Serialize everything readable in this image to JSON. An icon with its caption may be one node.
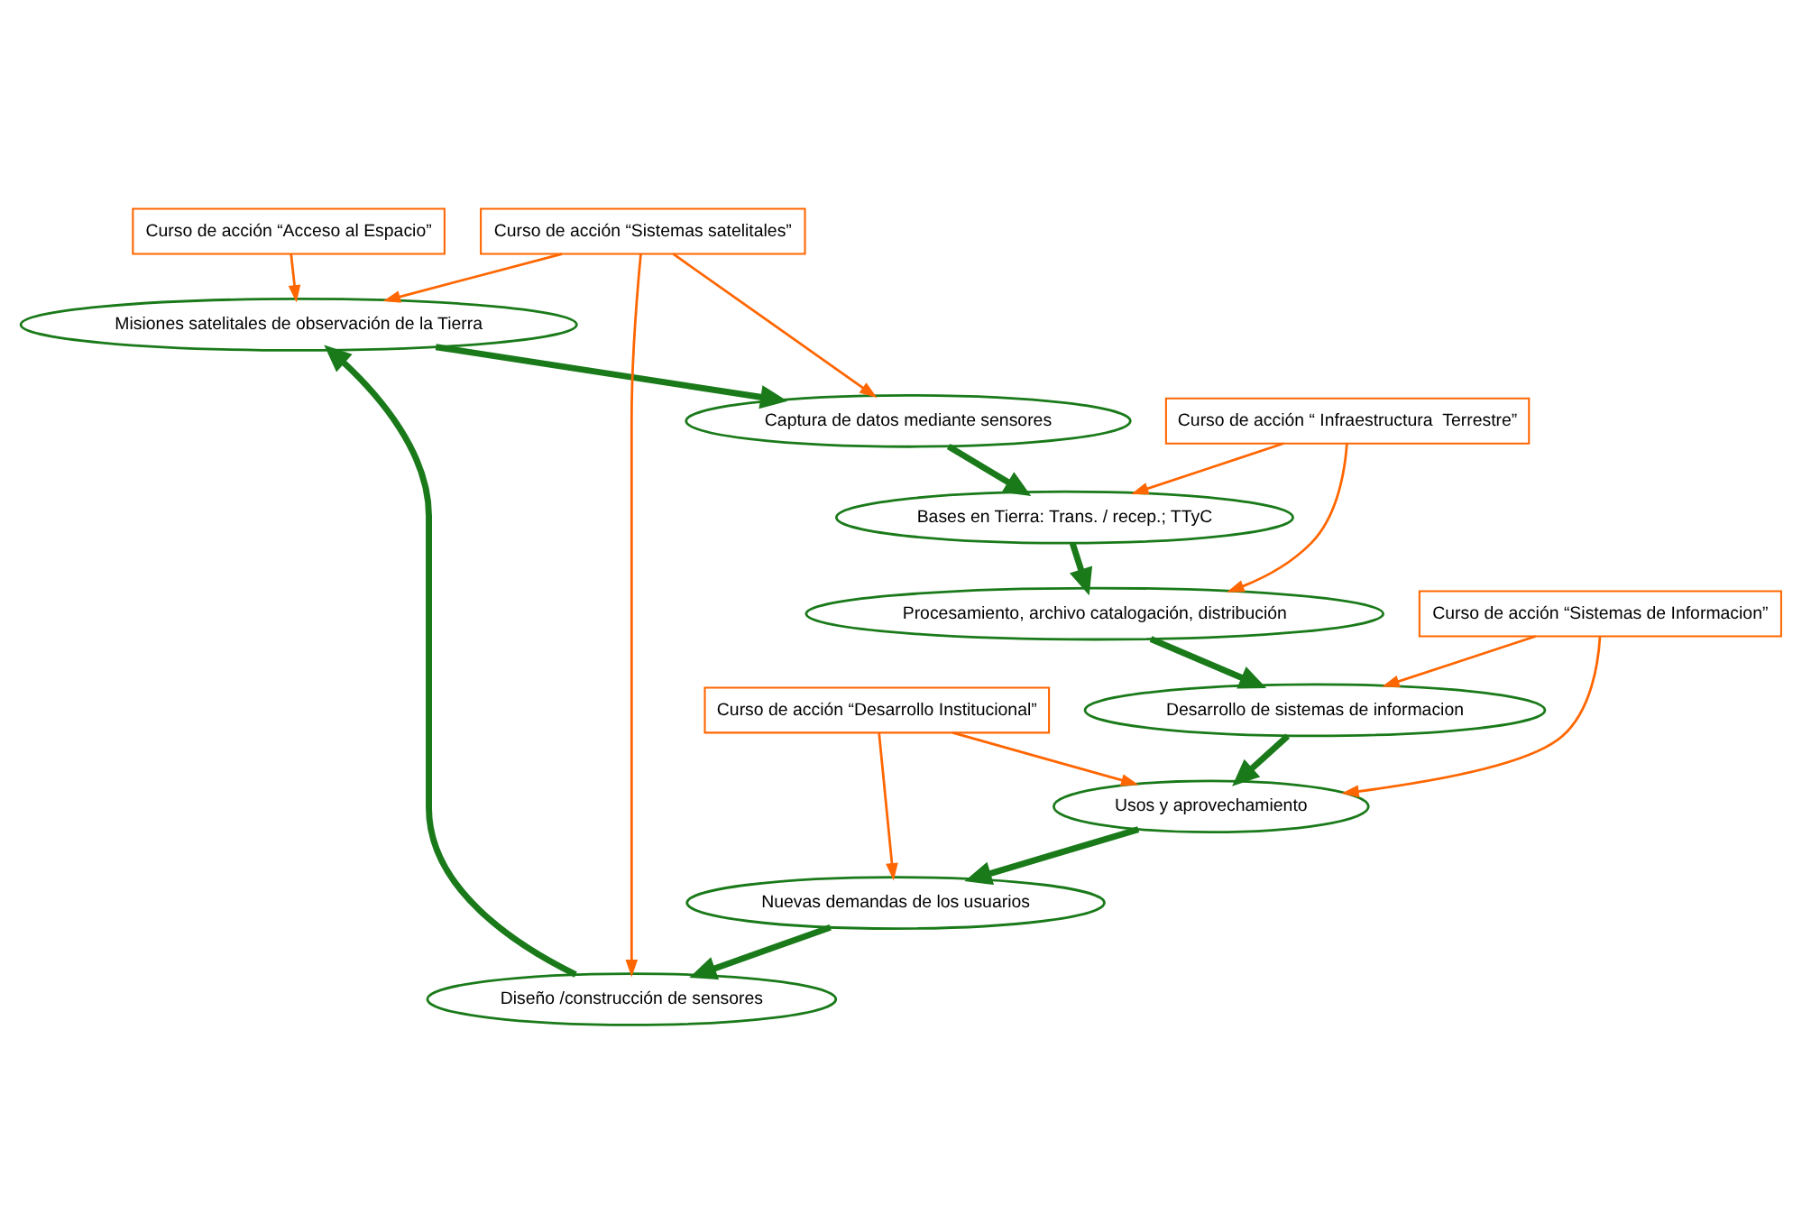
{
  "diagram": {
    "nodes": [
      {
        "text": [
          "Misiones satelitales de observación de la Tierra"
        ]
      },
      {
        "text": [
          "Captura de datos mediante sensores"
        ]
      },
      {
        "text": [
          "Curso de acción “Acceso al Espacio”"
        ]
      },
      {
        "text": [
          "Diseño /construcción de sensores"
        ]
      },
      {
        "text": [
          "Curso de acción “Sistemas satelitales”"
        ]
      },
      {
        "text": [
          "Bases en Tierra: Trans. / recep.; TTyC"
        ]
      },
      {
        "text": [
          "Curso de acción “Desarrollo Institucional”"
        ]
      },
      {
        "text": [
          "Nuevas demandas de los usuarios"
        ]
      },
      {
        "text": [
          "Curso de acción “ Infraestructura  Terrestre”"
        ]
      },
      {
        "text": [
          "Procesamiento, archivo catalogación, distribución"
        ]
      },
      {
        "text": [
          "Curso de acción “Sistemas de Informacion”"
        ]
      },
      {
        "text": [
          "Usos y aprovechamiento"
        ]
      },
      {
        "text": [
          "Desarrollo de sistemas de informacion"
        ]
      }
    ],
    "edges": [
      {
        "from": 4,
        "to": 0,
        "arrow": "to"
      },
      {
        "from": 4,
        "to": 1,
        "arrow": "to"
      },
      {
        "from": 4,
        "to": 3,
        "arrow": "to"
      },
      {
        "from": 2,
        "to": 0,
        "arrow": "to"
      },
      {
        "from": 6,
        "to": 7,
        "arrow": "to"
      },
      {
        "from": 6,
        "to": 11,
        "arrow": "to"
      },
      {
        "from": 8,
        "to": 5,
        "arrow": "to"
      },
      {
        "from": 8,
        "to": 9,
        "arrow": "to"
      },
      {
        "from": 10,
        "to": 11,
        "arrow": "to"
      },
      {
        "from": 10,
        "to": 12,
        "arrow": "to"
      },
      {
        "from": 0,
        "to": 1,
        "arrow": "to",
        "style": "thick",
        "color": "#1a7a1a"
      },
      {
        "from": 1,
        "to": 5,
        "arrow": "to",
        "style": "thick",
        "color": "#1a7a1a"
      },
      {
        "from": 5,
        "to": 9,
        "arrow": "to",
        "style": "thick",
        "color": "#1a7a1a"
      },
      {
        "from": 9,
        "to": 12,
        "arrow": "to",
        "style": "thick",
        "color": "#1a7a1a"
      },
      {
        "from": 12,
        "to": 11,
        "arrow": "to",
        "style": "thick",
        "color": "#1a7a1a"
      },
      {
        "from": 11,
        "to": 7,
        "arrow": "to",
        "style": "thick",
        "color": "#1a7a1a"
      },
      {
        "from": 7,
        "to": 3,
        "arrow": "to",
        "style": "thick",
        "color": "#1a7a1a"
      },
      {
        "from": 3,
        "to": 0,
        "arrow": "to",
        "style": "thick",
        "color": "#1a7a1a"
      }
    ]
  }
}
